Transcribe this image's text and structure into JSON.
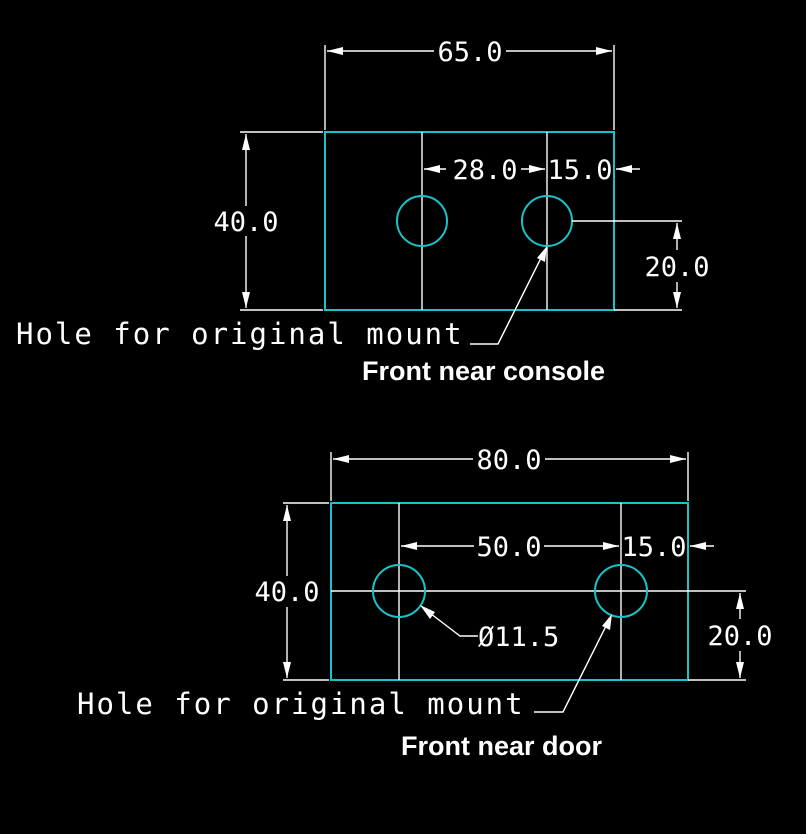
{
  "top": {
    "dim_width": "65.0",
    "dim_height": "40.0",
    "dim_hole_spacing": "28.0",
    "dim_edge_offset": "15.0",
    "dim_hole_height": "20.0",
    "note": "Hole for original mount",
    "caption": "Front near console"
  },
  "bottom": {
    "dim_width": "80.0",
    "dim_height": "40.0",
    "dim_hole_spacing": "50.0",
    "dim_edge_offset": "15.0",
    "dim_hole_height": "20.0",
    "dim_hole_diameter": "Ø11.5",
    "note": "Hole for original mount",
    "caption": "Front near door"
  },
  "colors": {
    "background": "#000000",
    "part_outline": "#19c3c9",
    "annotation": "#ffffff"
  }
}
